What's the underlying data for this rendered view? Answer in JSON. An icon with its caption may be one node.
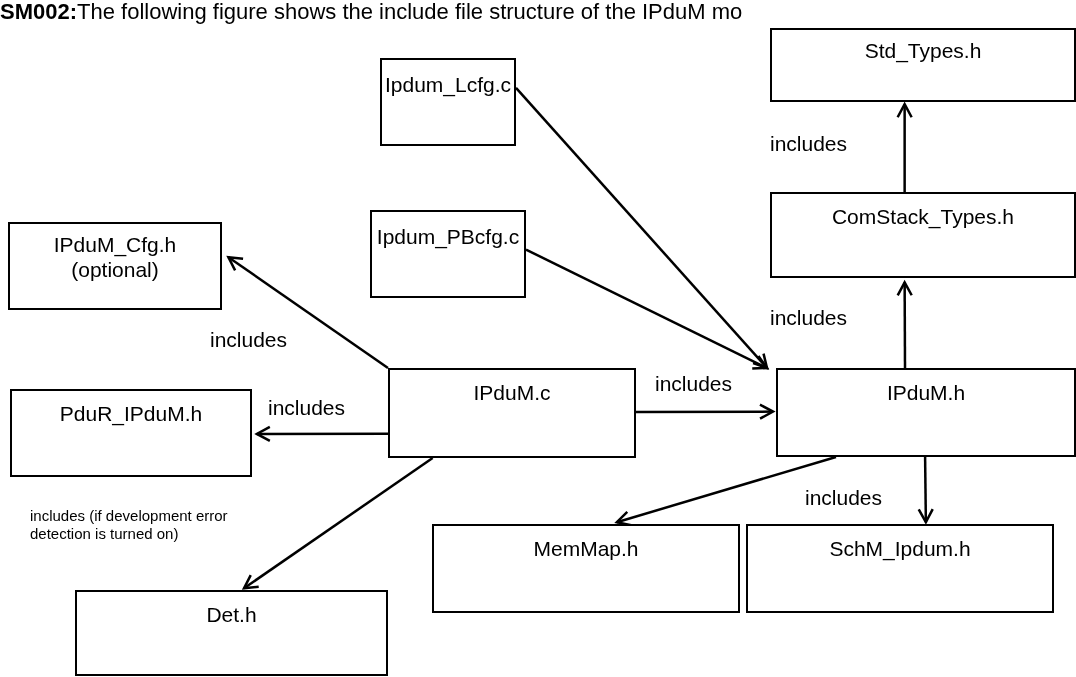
{
  "diagram": {
    "title": "**SM002:**The following figure shows the include file structure of the IPduM mo",
    "nodes": [
      {
        "text": [
          "Std_Types.h"
        ]
      },
      {
        "text": [
          "Ipdum_Lcfg.c"
        ]
      },
      {
        "text": [
          "IPduM_Cfg.h",
          "(optional)"
        ]
      },
      {
        "text": [
          "Ipdum_PBcfg.c"
        ]
      },
      {
        "text": [
          "ComStack_Types.h"
        ]
      },
      {
        "text": [
          "IPduM.c"
        ]
      },
      {
        "text": [
          "PduR_IPduM.h"
        ]
      },
      {
        "text": [
          "IPduM.h"
        ]
      },
      {
        "text": [
          "MemMap.h"
        ]
      },
      {
        "text": [
          "SchM_Ipdum.h"
        ]
      },
      {
        "text": [
          "Det.h"
        ]
      }
    ],
    "edges": [
      {
        "from": 5,
        "to": 2,
        "arrow": "to",
        "label": "includes"
      },
      {
        "from": 5,
        "to": 6,
        "arrow": "to",
        "label": "includes"
      },
      {
        "from": 5,
        "to": 10,
        "arrow": "to",
        "label": "includes (if development error detection is turned on)"
      },
      {
        "from": 5,
        "to": 7,
        "arrow": "to",
        "label": "includes"
      },
      {
        "from": 1,
        "to": 7,
        "arrow": "to"
      },
      {
        "from": 3,
        "to": 7,
        "arrow": "to"
      },
      {
        "from": 7,
        "to": 4,
        "arrow": "to",
        "label": "includes"
      },
      {
        "from": 4,
        "to": 0,
        "arrow": "to",
        "label": "includes"
      },
      {
        "from": 7,
        "to": 8,
        "arrow": "to"
      },
      {
        "from": 7,
        "to": 9,
        "arrow": "to",
        "label": "includes"
      }
    ]
  }
}
